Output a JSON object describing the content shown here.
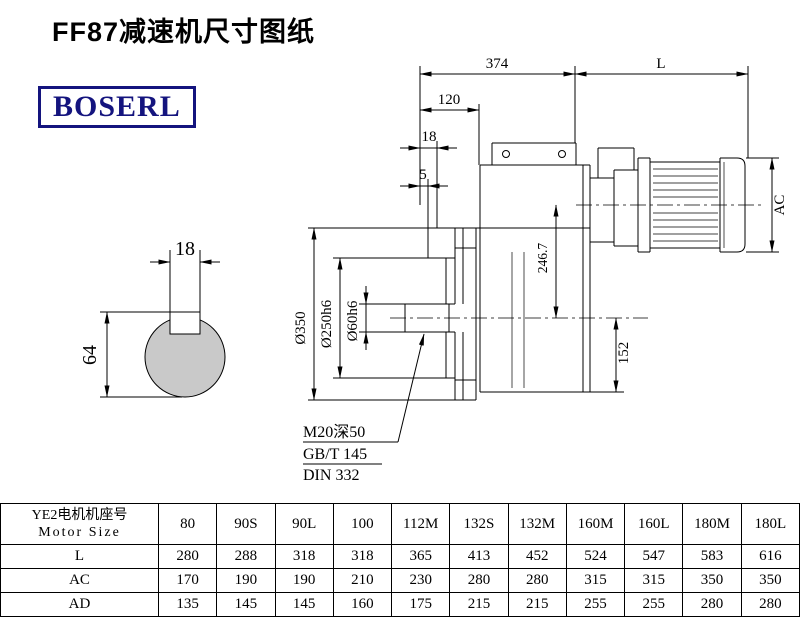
{
  "title": "FF87减速机尺寸图纸",
  "logo": {
    "text": "BOSERL",
    "color": "#14147e"
  },
  "colors": {
    "line": "#000000",
    "background": "#ffffff",
    "shaft_fill": "#c9c9c9"
  },
  "drawing": {
    "dims": {
      "len374": "374",
      "motor_len": "L",
      "len120": "120",
      "len18": "18",
      "len5": "5",
      "ac": "AC",
      "axis_height": "246.7",
      "len152": "152",
      "dia_flange": "Ø350",
      "dia_spigot": "Ø250h6",
      "dia_shaft": "Ø60h6",
      "key_width": "18",
      "shaft_key_height": "64"
    },
    "notes": {
      "tap": "M20深50",
      "std1": "GB/T 145",
      "std2": "DIN 332"
    }
  },
  "table": {
    "row_header_cn": "YE2电机机座号",
    "row_header_en": "Motor Size",
    "sizes": [
      "80",
      "90S",
      "90L",
      "100",
      "112M",
      "132S",
      "132M",
      "160M",
      "160L",
      "180M",
      "180L"
    ],
    "rows": [
      {
        "label": "L",
        "values": [
          "280",
          "288",
          "318",
          "318",
          "365",
          "413",
          "452",
          "524",
          "547",
          "583",
          "616"
        ]
      },
      {
        "label": "AC",
        "values": [
          "170",
          "190",
          "190",
          "210",
          "230",
          "280",
          "280",
          "315",
          "315",
          "350",
          "350"
        ]
      },
      {
        "label": "AD",
        "values": [
          "135",
          "145",
          "145",
          "160",
          "175",
          "215",
          "215",
          "255",
          "255",
          "280",
          "280"
        ]
      }
    ]
  }
}
